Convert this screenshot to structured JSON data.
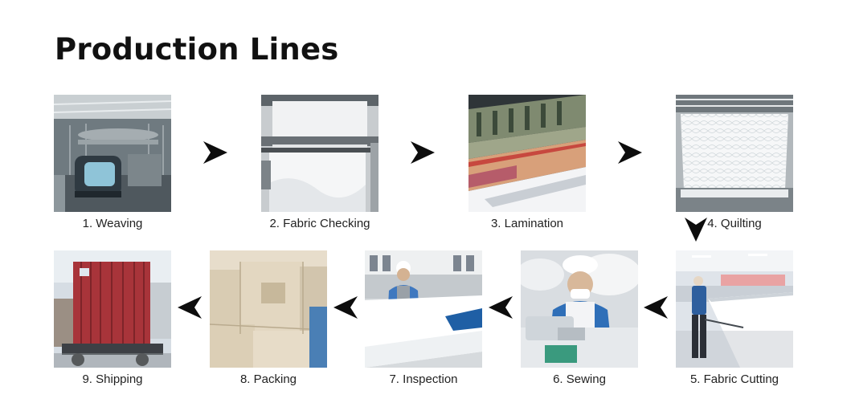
{
  "page": {
    "title": "Production Lines"
  },
  "steps": [
    {
      "label": "1. Weaving",
      "photo": "weaving-machine-photo"
    },
    {
      "label": "2. Fabric Checking",
      "photo": "fabric-checking-photo"
    },
    {
      "label": "3. Lamination",
      "photo": "lamination-machine-photo"
    },
    {
      "label": "4. Quilting",
      "photo": "quilted-panel-photo"
    },
    {
      "label": "5. Fabric Cutting",
      "photo": "fabric-cutting-photo"
    },
    {
      "label": "6. Sewing",
      "photo": "sewing-worker-photo"
    },
    {
      "label": "7. Inspection",
      "photo": "inspection-workers-photo"
    },
    {
      "label": "8. Packing",
      "photo": "carton-boxes-photo"
    },
    {
      "label": "9. Shipping",
      "photo": "shipping-container-photo"
    }
  ],
  "arrows": [
    {
      "icon": "arrow-right-icon"
    },
    {
      "icon": "arrow-right-icon"
    },
    {
      "icon": "arrow-right-icon"
    },
    {
      "icon": "arrow-down-icon"
    },
    {
      "icon": "arrow-left-icon"
    },
    {
      "icon": "arrow-left-icon"
    },
    {
      "icon": "arrow-left-icon"
    },
    {
      "icon": "arrow-left-icon"
    }
  ]
}
